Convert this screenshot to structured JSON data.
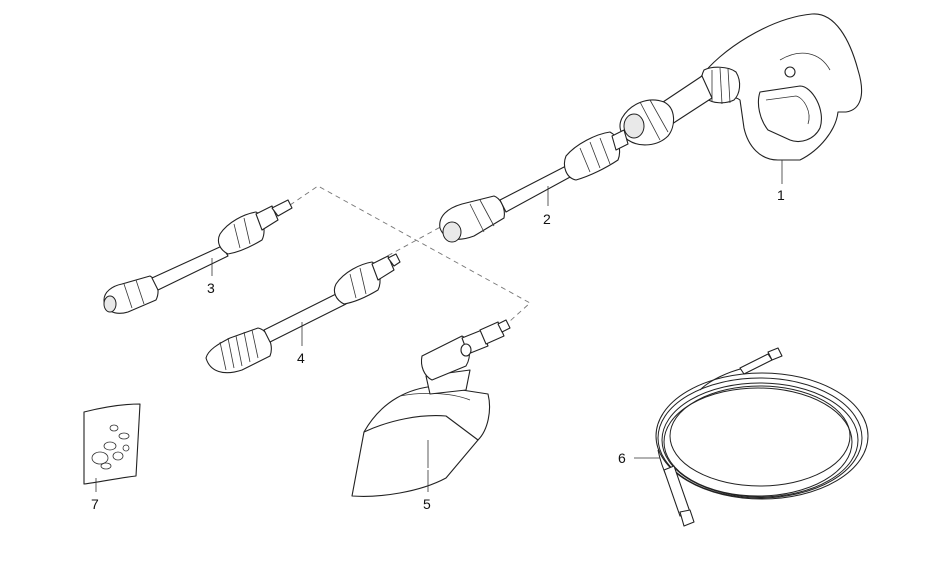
{
  "callouts": {
    "c1": "1",
    "c2": "2",
    "c3": "3",
    "c4": "4",
    "c5": "5",
    "c6": "6",
    "c7": "7"
  },
  "colors": {
    "line": "#222222",
    "background": "#ffffff",
    "dashed": "#777777"
  }
}
